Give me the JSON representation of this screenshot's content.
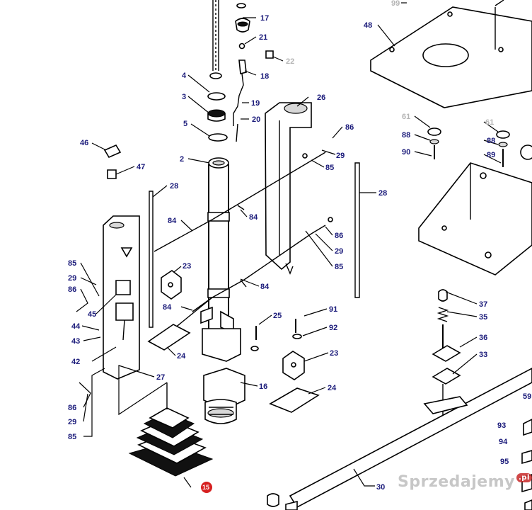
{
  "labels": {
    "l99": "99",
    "l48": "48",
    "l17": "17",
    "l21": "21",
    "l22": "22",
    "l18": "18",
    "l4": "4",
    "l3": "3",
    "l19": "19",
    "l26": "26",
    "l20": "20",
    "l5": "5",
    "l86a": "86",
    "l46": "46",
    "l2": "2",
    "l29a": "29",
    "l85a": "85",
    "l47": "47",
    "l28a": "28",
    "l28b": "28",
    "l61a": "61",
    "l61b": "61",
    "l88a": "88",
    "l88b": "88",
    "l90": "90",
    "l89": "89",
    "l84a": "84",
    "l84b": "84",
    "l86b": "86",
    "l29b": "29",
    "l85b": "85",
    "l23a": "23",
    "l85c": "85",
    "l29c": "29",
    "l86c": "86",
    "l84c": "84",
    "l45": "45",
    "l84d": "84",
    "l37": "37",
    "l35": "35",
    "l25": "25",
    "l91": "91",
    "l44": "44",
    "l92": "92",
    "l36": "36",
    "l43": "43",
    "l24a": "24",
    "l23b": "23",
    "l33": "33",
    "l42": "42",
    "l27": "27",
    "l16": "16",
    "l24b": "24",
    "l59": "59",
    "l86d": "86",
    "l29d": "29",
    "l85d": "85",
    "l93": "93",
    "l94": "94",
    "l95": "95",
    "l30": "30",
    "l15": "15"
  },
  "watermark": {
    "brand": "Sprzedajemy",
    "tld": ".pl"
  }
}
